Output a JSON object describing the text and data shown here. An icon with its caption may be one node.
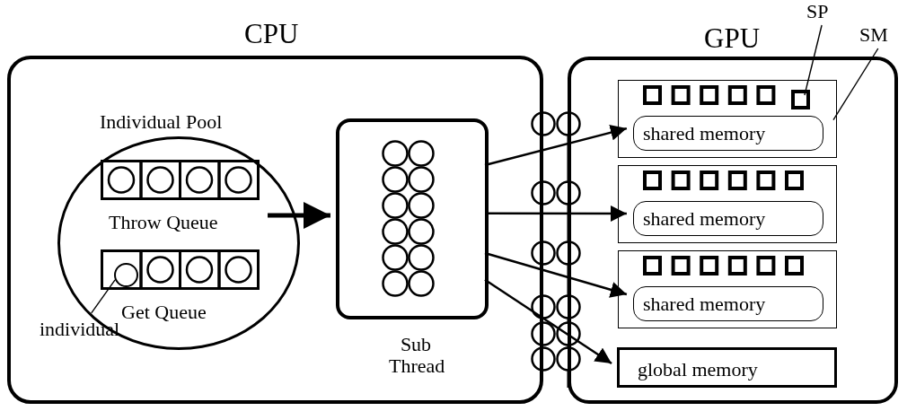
{
  "diagram": {
    "nodes": [
      {
        "text": [
          "CPU"
        ]
      },
      {
        "text": [
          "Individual Pool"
        ],
        "in": 0
      },
      {
        "text": [
          "Throw Queue"
        ],
        "in": 1
      },
      {
        "text": [
          "Get Queue"
        ],
        "in": 1
      },
      {
        "text": [],
        "shape": "circle",
        "in": 3
      },
      {
        "text": [
          "individual"
        ],
        "in": 0
      },
      {
        "text": [
          "Sub Thread"
        ],
        "in": 0
      },
      {
        "text": [
          "GPU"
        ]
      },
      {
        "text": [],
        "shape": "box",
        "in": 7
      },
      {
        "text": [],
        "shape": "box",
        "in": 8
      },
      {
        "text": [
          "shared memory"
        ],
        "in": 8
      },
      {
        "text": [],
        "shape": "box",
        "in": 7
      },
      {
        "text": [
          "shared memory"
        ],
        "in": 11
      },
      {
        "text": [],
        "shape": "box",
        "in": 7
      },
      {
        "text": [
          "shared memory"
        ],
        "in": 13
      },
      {
        "text": [
          "global memory"
        ],
        "in": 7
      },
      {
        "text": [
          "SP"
        ]
      },
      {
        "text": [
          "SM"
        ]
      }
    ],
    "edges": [
      {
        "from": 2,
        "to": 6,
        "arrow": "to",
        "style": "thick"
      },
      {
        "from": 6,
        "to": 10,
        "arrow": "to"
      },
      {
        "from": 6,
        "to": 12,
        "arrow": "to"
      },
      {
        "from": 6,
        "to": 14,
        "arrow": "to"
      },
      {
        "from": 6,
        "to": 15,
        "arrow": "to"
      },
      {
        "from": 5,
        "to": 4,
        "arrow": "none"
      },
      {
        "from": 16,
        "to": 9,
        "arrow": "none"
      },
      {
        "from": 17,
        "to": 8,
        "arrow": "none"
      }
    ]
  }
}
